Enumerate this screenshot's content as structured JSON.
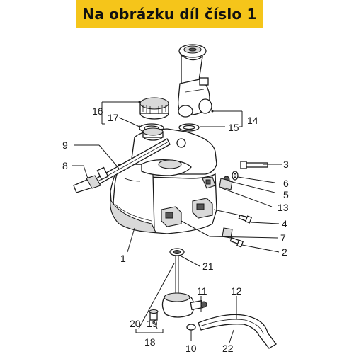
{
  "banner": {
    "text": "Na obrázku díl číslo 1",
    "color": "#f5c51a"
  },
  "callouts": {
    "c1": "1",
    "c2": "2",
    "c3": "3",
    "c4": "4",
    "c5": "5",
    "c6": "6",
    "c7": "7",
    "c8": "8",
    "c9": "9",
    "c10": "10",
    "c11": "11",
    "c12": "12",
    "c13": "13",
    "c14": "14",
    "c15": "15",
    "c16": "16",
    "c17": "17",
    "c18": "18",
    "c19": "19",
    "c20": "20",
    "c21": "21",
    "c22": "22"
  },
  "icons": [
    "fuel-tank",
    "filler-neck",
    "fuel-cap",
    "fuel-tap",
    "fuel-hose",
    "bolt",
    "washer",
    "clip"
  ]
}
